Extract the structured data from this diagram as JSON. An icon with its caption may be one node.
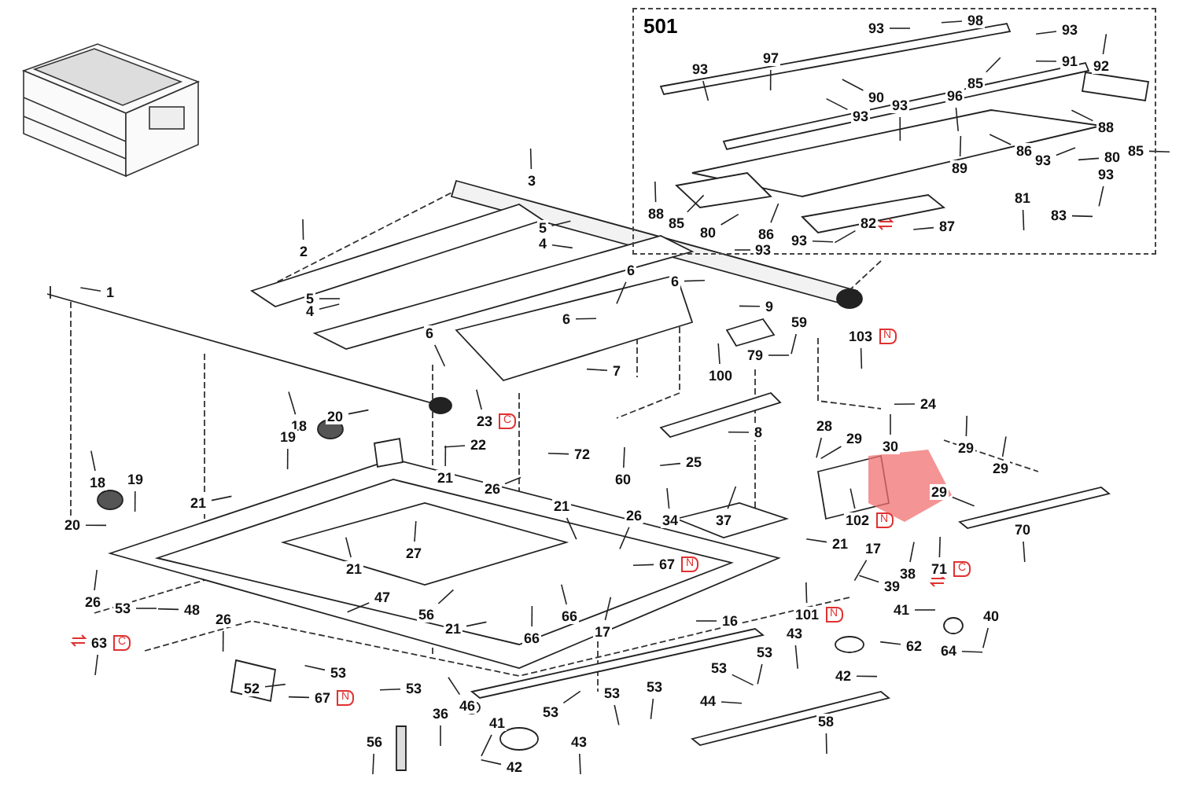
{
  "diagram": {
    "nodes": [
      {
        "text": [
          "501"
        ]
      },
      {
        "text": [
          "93"
        ],
        "in": 0
      },
      {
        "text": [
          "98"
        ],
        "in": 0
      },
      {
        "text": [
          "93"
        ],
        "in": 0
      },
      {
        "text": [
          "97"
        ],
        "in": 0
      },
      {
        "text": [
          "91"
        ],
        "in": 0
      },
      {
        "text": [
          "92"
        ],
        "in": 0
      },
      {
        "text": [
          "93"
        ],
        "in": 0
      },
      {
        "text": [
          "85"
        ],
        "in": 0
      },
      {
        "text": [
          "90"
        ],
        "in": 0
      },
      {
        "text": [
          "96"
        ],
        "in": 0
      },
      {
        "text": [
          "93"
        ],
        "in": 0
      },
      {
        "text": [
          "93"
        ],
        "in": 0
      },
      {
        "text": [
          "88"
        ],
        "in": 0
      },
      {
        "text": [
          "85"
        ],
        "in": 0
      },
      {
        "text": [
          "86"
        ],
        "in": 0
      },
      {
        "text": [
          "93"
        ],
        "in": 0
      },
      {
        "text": [
          "80"
        ],
        "in": 0
      },
      {
        "text": [
          "89"
        ],
        "in": 0
      },
      {
        "text": [
          "93"
        ],
        "in": 0
      },
      {
        "text": [
          "81"
        ],
        "in": 0
      },
      {
        "text": [
          "83"
        ],
        "in": 0
      },
      {
        "text": [
          "88"
        ],
        "in": 0
      },
      {
        "text": [
          "85"
        ],
        "in": 0
      },
      {
        "text": [
          "82"
        ],
        "in": 0
      },
      {
        "text": [
          "87"
        ],
        "in": 0
      },
      {
        "text": [
          "80"
        ],
        "in": 0
      },
      {
        "text": [
          "86"
        ],
        "in": 0
      },
      {
        "text": [
          "93"
        ],
        "in": 0
      },
      {
        "text": [
          "93"
        ],
        "in": 0
      },
      {
        "text": [
          "3"
        ]
      },
      {
        "text": [
          "2"
        ]
      },
      {
        "text": [
          "5"
        ]
      },
      {
        "text": [
          "4"
        ]
      },
      {
        "text": [
          "1"
        ]
      },
      {
        "text": [
          "5"
        ]
      },
      {
        "text": [
          "4"
        ]
      },
      {
        "text": [
          "6"
        ]
      },
      {
        "text": [
          "6"
        ]
      },
      {
        "text": [
          "6"
        ]
      },
      {
        "text": [
          "6"
        ]
      },
      {
        "text": [
          "7"
        ]
      },
      {
        "text": [
          "9"
        ]
      },
      {
        "text": [
          "59"
        ]
      },
      {
        "text": [
          "79"
        ]
      },
      {
        "text": [
          "103"
        ],
        "beside": [
          "N"
        ]
      },
      {
        "text": [
          "100"
        ]
      },
      {
        "text": [
          "8"
        ]
      },
      {
        "text": [
          "24"
        ]
      },
      {
        "text": [
          "28"
        ]
      },
      {
        "text": [
          "29"
        ]
      },
      {
        "text": [
          "29"
        ]
      },
      {
        "text": [
          "30"
        ]
      },
      {
        "text": [
          "29"
        ]
      },
      {
        "text": [
          "29"
        ]
      },
      {
        "text": [
          "25"
        ]
      },
      {
        "text": [
          "72"
        ]
      },
      {
        "text": [
          "60"
        ]
      },
      {
        "text": [
          "102"
        ],
        "beside": [
          "N"
        ]
      },
      {
        "text": [
          "70"
        ]
      },
      {
        "text": [
          "26"
        ]
      },
      {
        "text": [
          "34"
        ]
      },
      {
        "text": [
          "37"
        ]
      },
      {
        "text": [
          "21"
        ]
      },
      {
        "text": [
          "17"
        ]
      },
      {
        "text": [
          "38"
        ]
      },
      {
        "text": [
          "71"
        ],
        "beside": [
          "C"
        ]
      },
      {
        "text": [
          "39"
        ]
      },
      {
        "text": [
          "67"
        ],
        "beside": [
          "N"
        ]
      },
      {
        "text": [
          "20"
        ]
      },
      {
        "text": [
          "18"
        ]
      },
      {
        "text": [
          "19"
        ]
      },
      {
        "text": [
          "23"
        ],
        "beside": [
          "C"
        ]
      },
      {
        "text": [
          "22"
        ]
      },
      {
        "text": [
          "21"
        ]
      },
      {
        "text": [
          "26"
        ]
      },
      {
        "text": [
          "18"
        ]
      },
      {
        "text": [
          "19"
        ]
      },
      {
        "text": [
          "21"
        ]
      },
      {
        "text": [
          "21"
        ]
      },
      {
        "text": [
          "20"
        ]
      },
      {
        "text": [
          "27"
        ]
      },
      {
        "text": [
          "21"
        ]
      },
      {
        "text": [
          "47"
        ]
      },
      {
        "text": [
          "56"
        ]
      },
      {
        "text": [
          "66"
        ]
      },
      {
        "text": [
          "26"
        ]
      },
      {
        "text": [
          "53"
        ]
      },
      {
        "text": [
          "48"
        ]
      },
      {
        "text": [
          "17"
        ]
      },
      {
        "text": [
          "21"
        ]
      },
      {
        "text": [
          "26"
        ]
      },
      {
        "text": [
          "66"
        ]
      },
      {
        "text": [
          "16"
        ]
      },
      {
        "text": [
          "40"
        ]
      },
      {
        "text": [
          "41"
        ]
      },
      {
        "text": [
          "101"
        ],
        "beside": [
          "N"
        ]
      },
      {
        "text": [
          "63"
        ],
        "beside": [
          "C"
        ]
      },
      {
        "text": [
          "43"
        ]
      },
      {
        "text": [
          "62"
        ]
      },
      {
        "text": [
          "64"
        ]
      },
      {
        "text": [
          "53"
        ]
      },
      {
        "text": [
          "53"
        ]
      },
      {
        "text": [
          "53"
        ]
      },
      {
        "text": [
          "42"
        ]
      },
      {
        "text": [
          "53"
        ]
      },
      {
        "text": [
          "52"
        ]
      },
      {
        "text": [
          "53"
        ]
      },
      {
        "text": [
          "53"
        ]
      },
      {
        "text": [
          "67"
        ],
        "beside": [
          "N"
        ]
      },
      {
        "text": [
          "44"
        ]
      },
      {
        "text": [
          "46"
        ]
      },
      {
        "text": [
          "36"
        ]
      },
      {
        "text": [
          "53"
        ]
      },
      {
        "text": [
          "41"
        ]
      },
      {
        "text": [
          "58"
        ]
      },
      {
        "text": [
          "56"
        ]
      },
      {
        "text": [
          "43"
        ]
      },
      {
        "text": [
          "42"
        ]
      }
    ],
    "edges": [
      {
        "from": 1,
        "to": null,
        "arrow": "none"
      },
      {
        "from": 2,
        "to": null,
        "arrow": "none"
      },
      {
        "from": 3,
        "to": null,
        "arrow": "none"
      },
      {
        "from": 4,
        "to": null,
        "arrow": "none"
      },
      {
        "from": 5,
        "to": null,
        "arrow": "none"
      },
      {
        "from": 6,
        "to": null,
        "arrow": "none"
      },
      {
        "from": 7,
        "to": null,
        "arrow": "none"
      },
      {
        "from": 8,
        "to": null,
        "arrow": "none"
      },
      {
        "from": 9,
        "to": null,
        "arrow": "none"
      },
      {
        "from": 10,
        "to": null,
        "arrow": "none"
      },
      {
        "from": 11,
        "to": null,
        "arrow": "none"
      },
      {
        "from": 12,
        "to": null,
        "arrow": "none"
      },
      {
        "from": 13,
        "to": null,
        "arrow": "none"
      },
      {
        "from": 14,
        "to": null,
        "arrow": "none"
      },
      {
        "from": 15,
        "to": null,
        "arrow": "none"
      },
      {
        "from": 16,
        "to": null,
        "arrow": "none"
      },
      {
        "from": 17,
        "to": null,
        "arrow": "none"
      },
      {
        "from": 18,
        "to": null,
        "arrow": "none"
      },
      {
        "from": 19,
        "to": null,
        "arrow": "none"
      },
      {
        "from": 20,
        "to": null,
        "arrow": "none"
      },
      {
        "from": 21,
        "to": null,
        "arrow": "none"
      },
      {
        "from": 22,
        "to": null,
        "arrow": "none"
      },
      {
        "from": 23,
        "to": null,
        "arrow": "none"
      },
      {
        "from": 24,
        "to": null,
        "arrow": "none"
      },
      {
        "from": 25,
        "to": null,
        "arrow": "none"
      },
      {
        "from": 26,
        "to": null,
        "arrow": "none"
      },
      {
        "from": 27,
        "to": null,
        "arrow": "none"
      },
      {
        "from": 28,
        "to": null,
        "arrow": "none"
      },
      {
        "from": 29,
        "to": null,
        "arrow": "none"
      },
      {
        "from": 30,
        "to": null,
        "arrow": "none"
      },
      {
        "from": 31,
        "to": null,
        "arrow": "none"
      },
      {
        "from": 32,
        "to": null,
        "arrow": "none"
      },
      {
        "from": 33,
        "to": null,
        "arrow": "none"
      },
      {
        "from": 34,
        "to": null,
        "arrow": "none"
      },
      {
        "from": 35,
        "to": null,
        "arrow": "none"
      },
      {
        "from": 36,
        "to": null,
        "arrow": "none"
      },
      {
        "from": 37,
        "to": null,
        "arrow": "none"
      },
      {
        "from": 38,
        "to": null,
        "arrow": "none"
      },
      {
        "from": 39,
        "to": null,
        "arrow": "none"
      },
      {
        "from": 40,
        "to": null,
        "arrow": "none"
      },
      {
        "from": 41,
        "to": null,
        "arrow": "none"
      },
      {
        "from": 42,
        "to": null,
        "arrow": "none"
      },
      {
        "from": 43,
        "to": null,
        "arrow": "none"
      },
      {
        "from": 44,
        "to": null,
        "arrow": "none"
      },
      {
        "from": 45,
        "to": null,
        "arrow": "none"
      },
      {
        "from": 46,
        "to": null,
        "arrow": "none"
      },
      {
        "from": 47,
        "to": null,
        "arrow": "none"
      },
      {
        "from": 48,
        "to": null,
        "arrow": "none"
      },
      {
        "from": 49,
        "to": null,
        "arrow": "none"
      },
      {
        "from": 50,
        "to": null,
        "arrow": "none"
      },
      {
        "from": 51,
        "to": null,
        "arrow": "none"
      },
      {
        "from": 52,
        "to": null,
        "arrow": "none"
      },
      {
        "from": 53,
        "to": null,
        "arrow": "none"
      },
      {
        "from": 54,
        "to": null,
        "arrow": "none"
      },
      {
        "from": 55,
        "to": null,
        "arrow": "none"
      },
      {
        "from": 56,
        "to": null,
        "arrow": "none"
      },
      {
        "from": 57,
        "to": null,
        "arrow": "none"
      },
      {
        "from": 58,
        "to": null,
        "arrow": "none"
      },
      {
        "from": 59,
        "to": null,
        "arrow": "none"
      },
      {
        "from": 60,
        "to": null,
        "arrow": "none"
      },
      {
        "from": 61,
        "to": null,
        "arrow": "none"
      },
      {
        "from": 62,
        "to": null,
        "arrow": "none"
      },
      {
        "from": 63,
        "to": null,
        "arrow": "none"
      },
      {
        "from": 64,
        "to": null,
        "arrow": "none"
      },
      {
        "from": 65,
        "to": null,
        "arrow": "none"
      },
      {
        "from": 66,
        "to": null,
        "arrow": "none"
      },
      {
        "from": 67,
        "to": null,
        "arrow": "none"
      },
      {
        "from": 68,
        "to": null,
        "arrow": "none"
      },
      {
        "from": 69,
        "to": null,
        "arrow": "none"
      },
      {
        "from": 70,
        "to": null,
        "arrow": "none"
      },
      {
        "from": 71,
        "to": null,
        "arrow": "none"
      },
      {
        "from": 72,
        "to": null,
        "arrow": "none"
      },
      {
        "from": 73,
        "to": null,
        "arrow": "none"
      },
      {
        "from": 74,
        "to": null,
        "arrow": "none"
      },
      {
        "from": 75,
        "to": null,
        "arrow": "none"
      },
      {
        "from": 76,
        "to": null,
        "arrow": "none"
      },
      {
        "from": 77,
        "to": null,
        "arrow": "none"
      },
      {
        "from": 78,
        "to": null,
        "arrow": "none"
      },
      {
        "from": 79,
        "to": null,
        "arrow": "none"
      },
      {
        "from": 80,
        "to": null,
        "arrow": "none"
      },
      {
        "from": 81,
        "to": null,
        "arrow": "none"
      },
      {
        "from": 82,
        "to": null,
        "arrow": "none"
      },
      {
        "from": 83,
        "to": null,
        "arrow": "none"
      },
      {
        "from": 84,
        "to": null,
        "arrow": "none"
      },
      {
        "from": 85,
        "to": null,
        "arrow": "none"
      },
      {
        "from": 86,
        "to": null,
        "arrow": "none"
      },
      {
        "from": 87,
        "to": null,
        "arrow": "none"
      },
      {
        "from": 88,
        "to": null,
        "arrow": "none"
      },
      {
        "from": 89,
        "to": null,
        "arrow": "none"
      },
      {
        "from": 90,
        "to": null,
        "arrow": "none"
      },
      {
        "from": 91,
        "to": null,
        "arrow": "none"
      },
      {
        "from": 92,
        "to": null,
        "arrow": "none"
      },
      {
        "from": 93,
        "to": null,
        "arrow": "none"
      },
      {
        "from": 94,
        "to": null,
        "arrow": "none"
      },
      {
        "from": 95,
        "to": null,
        "arrow": "none"
      },
      {
        "from": 96,
        "to": null,
        "arrow": "none"
      },
      {
        "from": 97,
        "to": null,
        "arrow": "none"
      },
      {
        "from": 98,
        "to": null,
        "arrow": "none"
      },
      {
        "from": 99,
        "to": null,
        "arrow": "none"
      },
      {
        "from": 100,
        "to": null,
        "arrow": "none"
      },
      {
        "from": 101,
        "to": null,
        "arrow": "none"
      },
      {
        "from": 102,
        "to": null,
        "arrow": "none"
      },
      {
        "from": 103,
        "to": null,
        "arrow": "none"
      },
      {
        "from": 104,
        "to": null,
        "arrow": "none"
      },
      {
        "from": 105,
        "to": null,
        "arrow": "none"
      },
      {
        "from": 106,
        "to": null,
        "arrow": "none"
      },
      {
        "from": 107,
        "to": null,
        "arrow": "none"
      },
      {
        "from": 108,
        "to": null,
        "arrow": "none"
      },
      {
        "from": 109,
        "to": null,
        "arrow": "none"
      },
      {
        "from": 110,
        "to": null,
        "arrow": "none"
      },
      {
        "from": 111,
        "to": null,
        "arrow": "none"
      },
      {
        "from": 112,
        "to": null,
        "arrow": "none"
      },
      {
        "from": 113,
        "to": null,
        "arrow": "none"
      },
      {
        "from": 114,
        "to": null,
        "arrow": "none"
      },
      {
        "from": 115,
        "to": null,
        "arrow": "none"
      },
      {
        "from": 116,
        "to": null,
        "arrow": "none"
      },
      {
        "from": 117,
        "to": null,
        "arrow": "none"
      },
      {
        "from": 118,
        "to": null,
        "arrow": "none"
      }
    ]
  }
}
